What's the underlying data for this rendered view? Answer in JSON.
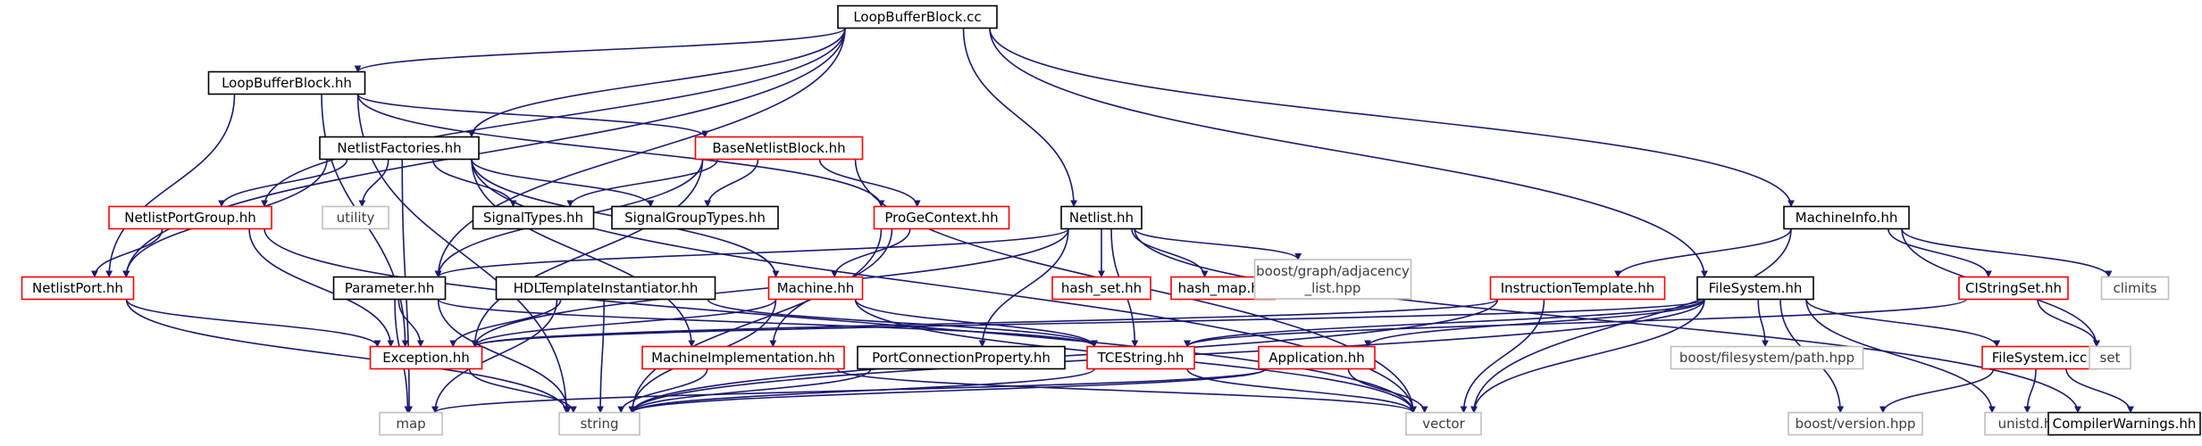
{
  "nodes": [
    {
      "id": "loopbufferblock_cc",
      "label": "LoopBufferBlock.cc",
      "style": "root"
    },
    {
      "id": "loopbufferblock_hh",
      "label": "LoopBufferBlock.hh",
      "style": "black"
    },
    {
      "id": "netlistfactories_hh",
      "label": "NetlistFactories.hh",
      "style": "black"
    },
    {
      "id": "basenetlistblock_hh",
      "label": "BaseNetlistBlock.hh",
      "style": "red"
    },
    {
      "id": "netlistportgroup_hh",
      "label": "NetlistPortGroup.hh",
      "style": "red"
    },
    {
      "id": "utility",
      "label": "utility",
      "style": "gray"
    },
    {
      "id": "signaltypes_hh",
      "label": "SignalTypes.hh",
      "style": "black"
    },
    {
      "id": "signalgrouptypes_hh",
      "label": "SignalGroupTypes.hh",
      "style": "black"
    },
    {
      "id": "progecontext_hh",
      "label": "ProGeContext.hh",
      "style": "red"
    },
    {
      "id": "netlist_hh",
      "label": "Netlist.hh",
      "style": "black"
    },
    {
      "id": "netlistport_hh",
      "label": "NetlistPort.hh",
      "style": "red"
    },
    {
      "id": "parameter_hh",
      "label": "Parameter.hh",
      "style": "black"
    },
    {
      "id": "hdltemplateinstantiator_hh",
      "label": "HDLTemplateInstantiator.hh",
      "style": "black"
    },
    {
      "id": "machine_hh",
      "label": "Machine.hh",
      "style": "red"
    },
    {
      "id": "hash_set_hh",
      "label": "hash_set.hh",
      "style": "red"
    },
    {
      "id": "hash_map_hh",
      "label": "hash_map.hh",
      "style": "red"
    },
    {
      "id": "boost_graph",
      "label": "boost/graph/adjacency",
      "label2": "_list.hpp",
      "style": "gray"
    },
    {
      "id": "machineinfo_hh",
      "label": "MachineInfo.hh",
      "style": "black"
    },
    {
      "id": "instructiontemplate_hh",
      "label": "InstructionTemplate.hh",
      "style": "red"
    },
    {
      "id": "filesystem_hh",
      "label": "FileSystem.hh",
      "style": "black"
    },
    {
      "id": "cistringset_hh",
      "label": "CIStringSet.hh",
      "style": "red"
    },
    {
      "id": "climits",
      "label": "climits",
      "style": "gray"
    },
    {
      "id": "exception_hh",
      "label": "Exception.hh",
      "style": "red"
    },
    {
      "id": "machineimplementation_hh",
      "label": "MachineImplementation.hh",
      "style": "red"
    },
    {
      "id": "portconnectionproperty_hh",
      "label": "PortConnectionProperty.hh",
      "style": "black"
    },
    {
      "id": "tcestring_hh",
      "label": "TCEString.hh",
      "style": "red"
    },
    {
      "id": "application_hh",
      "label": "Application.hh",
      "style": "red"
    },
    {
      "id": "boost_filesystem",
      "label": "boost/filesystem/path.hpp",
      "style": "gray"
    },
    {
      "id": "filesystem_icc",
      "label": "FileSystem.icc",
      "style": "red"
    },
    {
      "id": "set",
      "label": "set",
      "style": "gray"
    },
    {
      "id": "map",
      "label": "map",
      "style": "gray"
    },
    {
      "id": "string",
      "label": "string",
      "style": "gray"
    },
    {
      "id": "vector",
      "label": "vector",
      "style": "gray"
    },
    {
      "id": "boost_version",
      "label": "boost/version.hpp",
      "style": "gray"
    },
    {
      "id": "unistd_h",
      "label": "unistd.h",
      "style": "gray"
    },
    {
      "id": "compilerwarnings_hh",
      "label": "CompilerWarnings.hh",
      "style": "black"
    }
  ],
  "edges": [
    [
      "loopbufferblock_cc",
      "loopbufferblock_hh"
    ],
    [
      "loopbufferblock_cc",
      "netlistfactories_hh"
    ],
    [
      "loopbufferblock_cc",
      "netlistportgroup_hh"
    ],
    [
      "loopbufferblock_cc",
      "netlistport_hh"
    ],
    [
      "loopbufferblock_cc",
      "netlist_hh"
    ],
    [
      "loopbufferblock_cc",
      "machineinfo_hh"
    ],
    [
      "loopbufferblock_cc",
      "filesystem_hh"
    ],
    [
      "loopbufferblock_cc",
      "parameter_hh"
    ],
    [
      "loopbufferblock_hh",
      "basenetlistblock_hh"
    ],
    [
      "loopbufferblock_hh",
      "progecontext_hh"
    ],
    [
      "loopbufferblock_hh",
      "netlistport_hh"
    ],
    [
      "loopbufferblock_hh",
      "exception_hh"
    ],
    [
      "loopbufferblock_hh",
      "string"
    ],
    [
      "netlistfactories_hh",
      "netlistportgroup_hh"
    ],
    [
      "netlistfactories_hh",
      "utility"
    ],
    [
      "netlistfactories_hh",
      "signaltypes_hh"
    ],
    [
      "netlistfactories_hh",
      "signalgrouptypes_hh"
    ],
    [
      "netlistfactories_hh",
      "netlistport_hh"
    ],
    [
      "netlistfactories_hh",
      "machineimplementation_hh"
    ],
    [
      "netlistfactories_hh",
      "machine_hh"
    ],
    [
      "netlistfactories_hh",
      "vector"
    ],
    [
      "netlistfactories_hh",
      "map"
    ],
    [
      "basenetlistblock_hh",
      "signaltypes_hh"
    ],
    [
      "basenetlistblock_hh",
      "signalgrouptypes_hh"
    ],
    [
      "basenetlistblock_hh",
      "progecontext_hh"
    ],
    [
      "basenetlistblock_hh",
      "parameter_hh"
    ],
    [
      "basenetlistblock_hh",
      "exception_hh"
    ],
    [
      "basenetlistblock_hh",
      "vector"
    ],
    [
      "netlistportgroup_hh",
      "netlistport_hh"
    ],
    [
      "netlistportgroup_hh",
      "exception_hh"
    ],
    [
      "netlistportgroup_hh",
      "vector"
    ],
    [
      "progecontext_hh",
      "machine_hh"
    ],
    [
      "progecontext_hh",
      "machineimplementation_hh"
    ],
    [
      "progecontext_hh",
      "string"
    ],
    [
      "netlist_hh",
      "hash_set_hh"
    ],
    [
      "netlist_hh",
      "hash_map_hh"
    ],
    [
      "netlist_hh",
      "boost_graph"
    ],
    [
      "netlist_hh",
      "tcestring_hh"
    ],
    [
      "netlist_hh",
      "portconnectionproperty_hh"
    ],
    [
      "netlist_hh",
      "parameter_hh"
    ],
    [
      "netlist_hh",
      "compilerwarnings_hh"
    ],
    [
      "netlist_hh",
      "exception_hh"
    ],
    [
      "netlistport_hh",
      "exception_hh"
    ],
    [
      "netlistport_hh",
      "string"
    ],
    [
      "parameter_hh",
      "exception_hh"
    ],
    [
      "parameter_hh",
      "tcestring_hh"
    ],
    [
      "parameter_hh",
      "string"
    ],
    [
      "parameter_hh",
      "map"
    ],
    [
      "hdltemplateinstantiator_hh",
      "exception_hh"
    ],
    [
      "hdltemplateinstantiator_hh",
      "tcestring_hh"
    ],
    [
      "hdltemplateinstantiator_hh",
      "string"
    ],
    [
      "hdltemplateinstantiator_hh",
      "map"
    ],
    [
      "machine_hh",
      "exception_hh"
    ],
    [
      "machine_hh",
      "tcestring_hh"
    ],
    [
      "machine_hh",
      "string"
    ],
    [
      "machine_hh",
      "vector"
    ],
    [
      "machineinfo_hh",
      "instructiontemplate_hh"
    ],
    [
      "machineinfo_hh",
      "cistringset_hh"
    ],
    [
      "machineinfo_hh",
      "climits"
    ],
    [
      "machineinfo_hh",
      "set"
    ],
    [
      "machineinfo_hh",
      "vector"
    ],
    [
      "instructiontemplate_hh",
      "exception_hh"
    ],
    [
      "instructiontemplate_hh",
      "string"
    ],
    [
      "instructiontemplate_hh",
      "vector"
    ],
    [
      "filesystem_hh",
      "exception_hh"
    ],
    [
      "filesystem_hh",
      "tcestring_hh"
    ],
    [
      "filesystem_hh",
      "application_hh"
    ],
    [
      "filesystem_hh",
      "boost_filesystem"
    ],
    [
      "filesystem_hh",
      "filesystem_icc"
    ],
    [
      "filesystem_hh",
      "boost_version"
    ],
    [
      "filesystem_hh",
      "unistd_h"
    ],
    [
      "filesystem_hh",
      "vector"
    ],
    [
      "filesystem_hh",
      "string"
    ],
    [
      "cistringset_hh",
      "set"
    ],
    [
      "cistringset_hh",
      "tcestring_hh"
    ],
    [
      "exception_hh",
      "string"
    ],
    [
      "machineimplementation_hh",
      "string"
    ],
    [
      "machineimplementation_hh",
      "vector"
    ],
    [
      "portconnectionproperty_hh",
      "string"
    ],
    [
      "tcestring_hh",
      "string"
    ],
    [
      "tcestring_hh",
      "vector"
    ],
    [
      "application_hh",
      "string"
    ],
    [
      "application_hh",
      "vector"
    ],
    [
      "application_hh",
      "map"
    ],
    [
      "filesystem_icc",
      "boost_version"
    ],
    [
      "filesystem_icc",
      "unistd_h"
    ],
    [
      "filesystem_icc",
      "compilerwarnings_hh"
    ]
  ],
  "colors": {
    "edge": "#191970",
    "root_fill": "#bfbfbf",
    "black_border": "#000000",
    "red_border": "#ff0000",
    "gray_border": "#bfbfbf",
    "text_default": "#000000",
    "text_gray": "#3c3c3c"
  }
}
